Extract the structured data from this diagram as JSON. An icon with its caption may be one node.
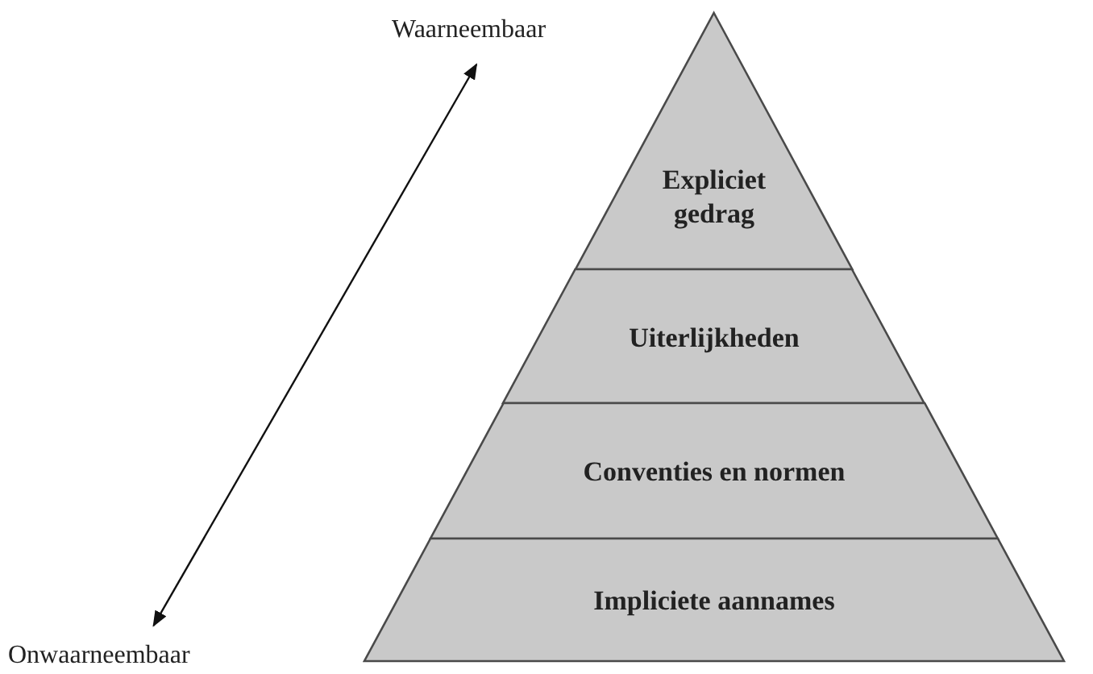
{
  "diagram": {
    "nodes": [
      {
        "text": [
          "Waarneembaar"
        ]
      },
      {
        "text": [
          "Expliciet gedrag"
        ]
      },
      {
        "text": [
          "Uiterlijkheden"
        ]
      },
      {
        "text": [
          "Conventies en normen"
        ]
      },
      {
        "text": [
          "Impliciete aannames"
        ]
      },
      {
        "text": [
          "Onwaarneembaar"
        ]
      }
    ],
    "edges": [
      {
        "from": 5,
        "to": 0,
        "arrow": "both"
      }
    ]
  }
}
